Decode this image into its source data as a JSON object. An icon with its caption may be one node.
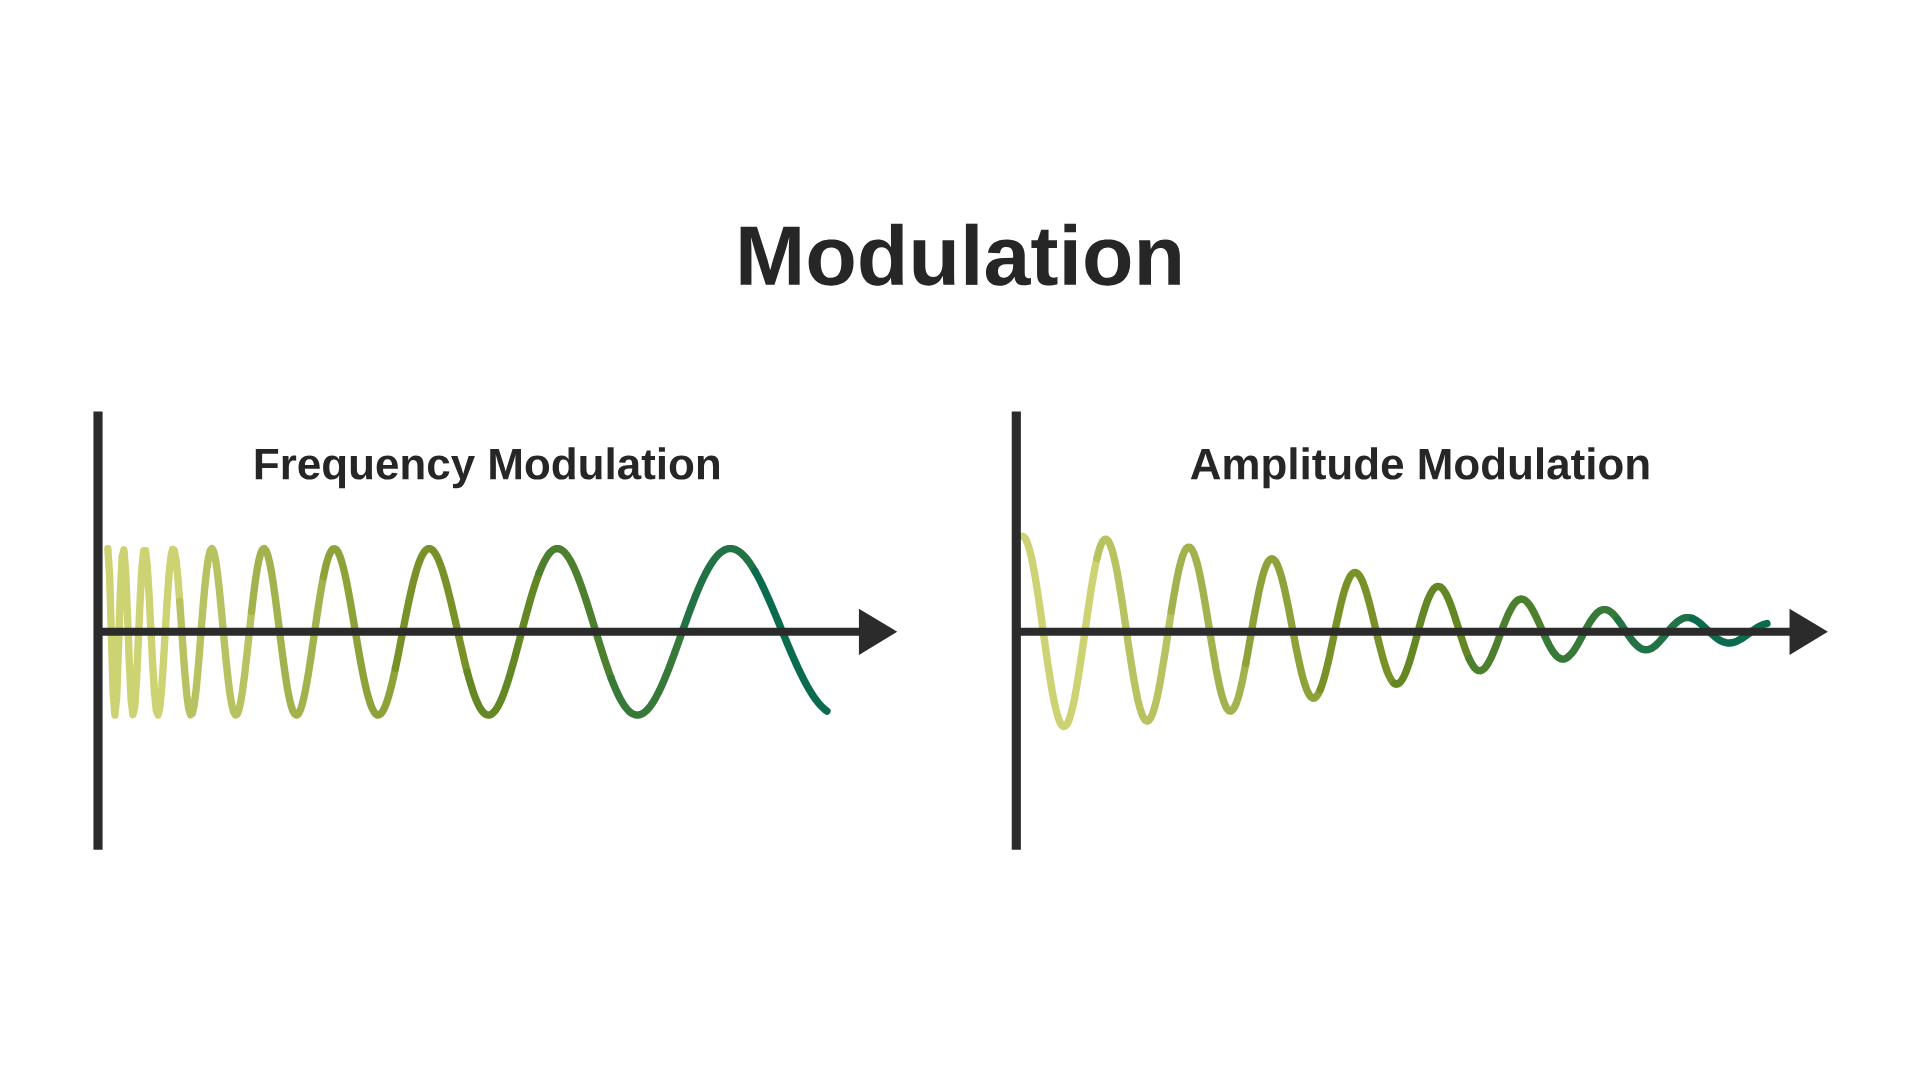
{
  "diagram": {
    "title": "Modulation",
    "labels": [
      "Frequency Modulation",
      "Amplitude Modulation"
    ]
  }
}
